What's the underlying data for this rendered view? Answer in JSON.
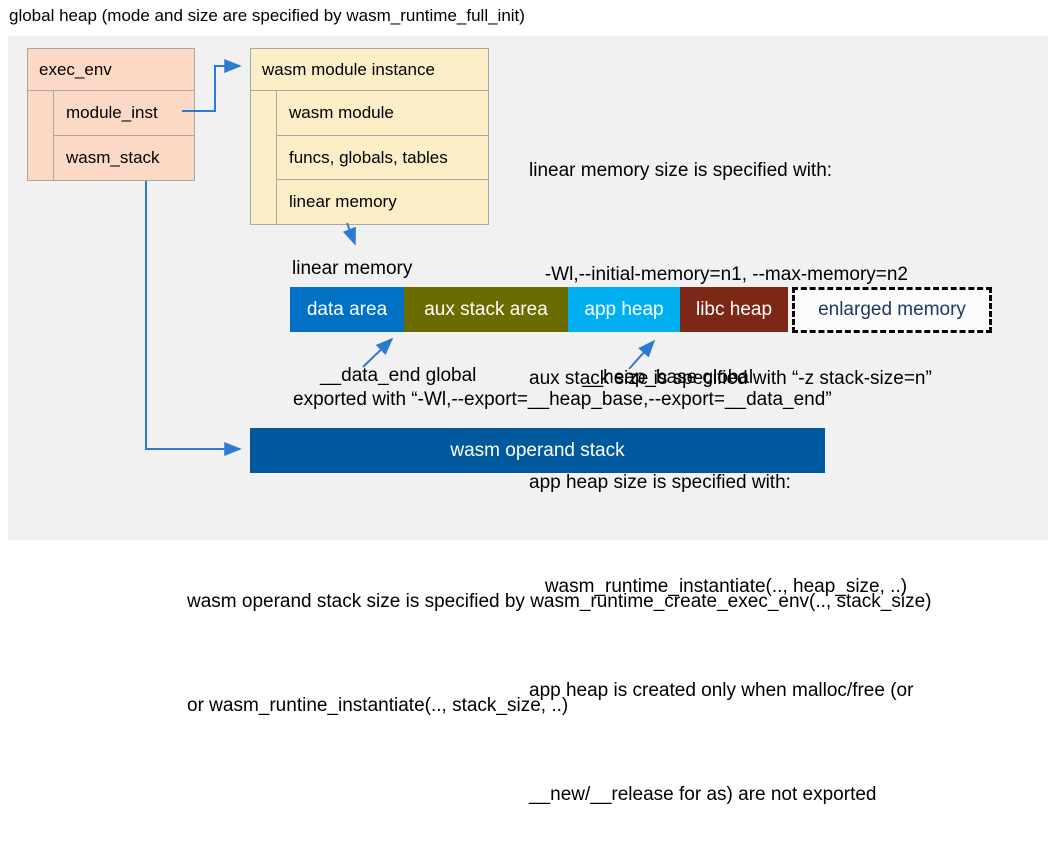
{
  "title": "global heap (mode and size are specified by wasm_runtime_full_init)",
  "exec_env": {
    "header": "exec_env",
    "rows": [
      "module_inst",
      "wasm_stack"
    ]
  },
  "module_instance": {
    "header": "wasm module instance",
    "rows": [
      "wasm module",
      "funcs, globals, tables",
      "linear memory"
    ]
  },
  "notes": {
    "lines": [
      "linear memory size is specified with:",
      "   -Wl,--initial-memory=n1, --max-memory=n2",
      "aux stack size is specified with “-z stack-size=n”",
      "app heap size is specified with:",
      "   wasm_runtime_instantiate(.., heap_size, ..)",
      "app heap is created only when malloc/free (or",
      "__new/__release for as) are not exported"
    ]
  },
  "linear_memory": {
    "label": "linear memory",
    "segments": [
      {
        "label": "data area",
        "color": "#0071C5",
        "width": 114
      },
      {
        "label": "aux stack area",
        "color": "#6B6C00",
        "width": 164
      },
      {
        "label": "app heap",
        "color": "#00B0F0",
        "width": 112
      },
      {
        "label": "libc heap",
        "color": "#7D2817",
        "width": 108
      }
    ],
    "enlarged": {
      "label": "enlarged memory",
      "text_color": "#1F3864"
    },
    "data_end_label": "__data_end global",
    "heap_base_label": "__heap_base global",
    "exported_line": "exported with “-Wl,--export=__heap_base,--export=__data_end”"
  },
  "operand_stack": {
    "label": "wasm operand stack",
    "caption_lines": [
      "wasm operand stack size is specified by wasm_runtime_create_exec_env(.., stack_size)",
      "or wasm_runtine_instantiate(.., stack_size, ..)"
    ]
  },
  "colors": {
    "panel_bg": "#F1F1F2",
    "exec_env_fill": "#FCD9C5",
    "module_instance_fill": "#FCEEC7",
    "box_border": "#A8A8A8",
    "connector_blue": "#2B7BD0",
    "operand_stack_fill": "#00599C",
    "enlarged_text": "#1F3864"
  }
}
